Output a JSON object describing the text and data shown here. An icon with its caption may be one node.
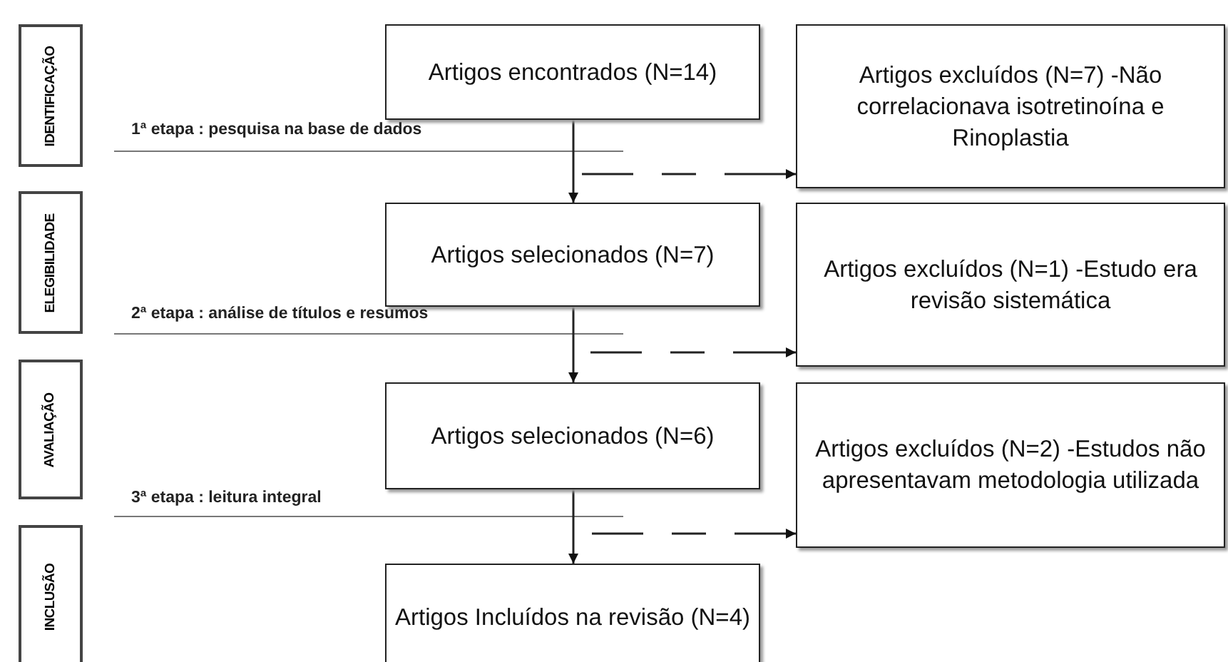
{
  "diagram": {
    "nodes": [
      {
        "text": [
          "IDENTIFICAÇÃO"
        ]
      },
      {
        "text": [
          "ELEGIBILIDADE"
        ]
      },
      {
        "text": [
          "AVALIAÇÃO"
        ]
      },
      {
        "text": [
          "INCLUSÃO"
        ]
      },
      {
        "text": [
          "Artigos encontrados (N=14)"
        ]
      },
      {
        "text": [
          "Artigos excluídos (N=7) -Não correlacionava isotretinoína e Rinoplastia"
        ]
      },
      {
        "text": [
          "Artigos selecionados (N=7)"
        ]
      },
      {
        "text": [
          "Artigos excluídos (N=1) -Estudo era revisão sistemática"
        ]
      },
      {
        "text": [
          "Artigos selecionados (N=6)"
        ]
      },
      {
        "text": [
          "Artigos excluídos (N=2) -Estudos não apresentavam metodologia utilizada"
        ]
      },
      {
        "text": [
          "Artigos Incluídos na revisão (N=4)"
        ]
      }
    ],
    "edges": [
      {
        "from": 4,
        "to": 6,
        "arrow": "to"
      },
      {
        "from": 4,
        "to": 5,
        "arrow": "to",
        "style": "dashed"
      },
      {
        "from": 6,
        "to": 8,
        "arrow": "to"
      },
      {
        "from": 6,
        "to": 7,
        "arrow": "to",
        "style": "dashed"
      },
      {
        "from": 8,
        "to": 10,
        "arrow": "to"
      },
      {
        "from": 8,
        "to": 9,
        "arrow": "to",
        "style": "dashed"
      }
    ],
    "labels": [
      "1ª etapa : pesquisa na base de dados",
      "2ª etapa : análise de títulos e resumos",
      "3ª etapa : leitura integral"
    ]
  }
}
